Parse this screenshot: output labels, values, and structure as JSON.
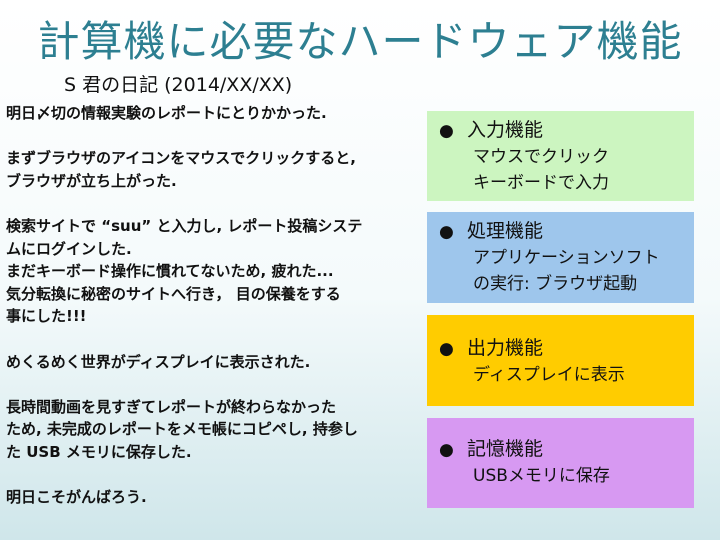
{
  "slide": {
    "title": "計算機に必要なハードウェア機能",
    "diary_title": "S 君の日記 (2014/XX/XX)"
  },
  "diary": {
    "lines": [
      "明日〆切の情報実験のレポートにとりかかった.",
      "",
      "まずブラウザのアイコンをマウスでクリックすると,",
      "ブラウザが立ち上がった.",
      "",
      "検索サイトで “suu” と入力し, レポート投稿システ",
      "ムにログインした.",
      "まだキーボード操作に慣れてないため, 疲れた...",
      "気分転換に秘密のサイトへ行き， 目の保養をする",
      "事にした!!!",
      "",
      "めくるめく世界がディスプレイに表示された.",
      "",
      "長時間動画を見すぎてレポートが終わらなかった",
      "ため, 未完成のレポートをメモ帳にコピペし, 持参し",
      "た USB メモリに保存した.",
      "",
      "明日こそがんばろう."
    ]
  },
  "functions": [
    {
      "bullet": "●",
      "heading": "入力機能",
      "details": [
        "マウスでクリック",
        "キーボードで入力"
      ],
      "color": "#ccf5c0"
    },
    {
      "bullet": "●",
      "heading": "処理機能",
      "details": [
        "アプリケーションソフト",
        "の実行: ブラウザ起動"
      ],
      "color": "#9ec6ec"
    },
    {
      "bullet": "●",
      "heading": "出力機能",
      "details": [
        "ディスプレイに表示"
      ],
      "color": "#ffcc00"
    },
    {
      "bullet": "●",
      "heading": "記憶機能",
      "details": [
        "USBメモリに保存"
      ],
      "color": "#d799f2"
    }
  ]
}
